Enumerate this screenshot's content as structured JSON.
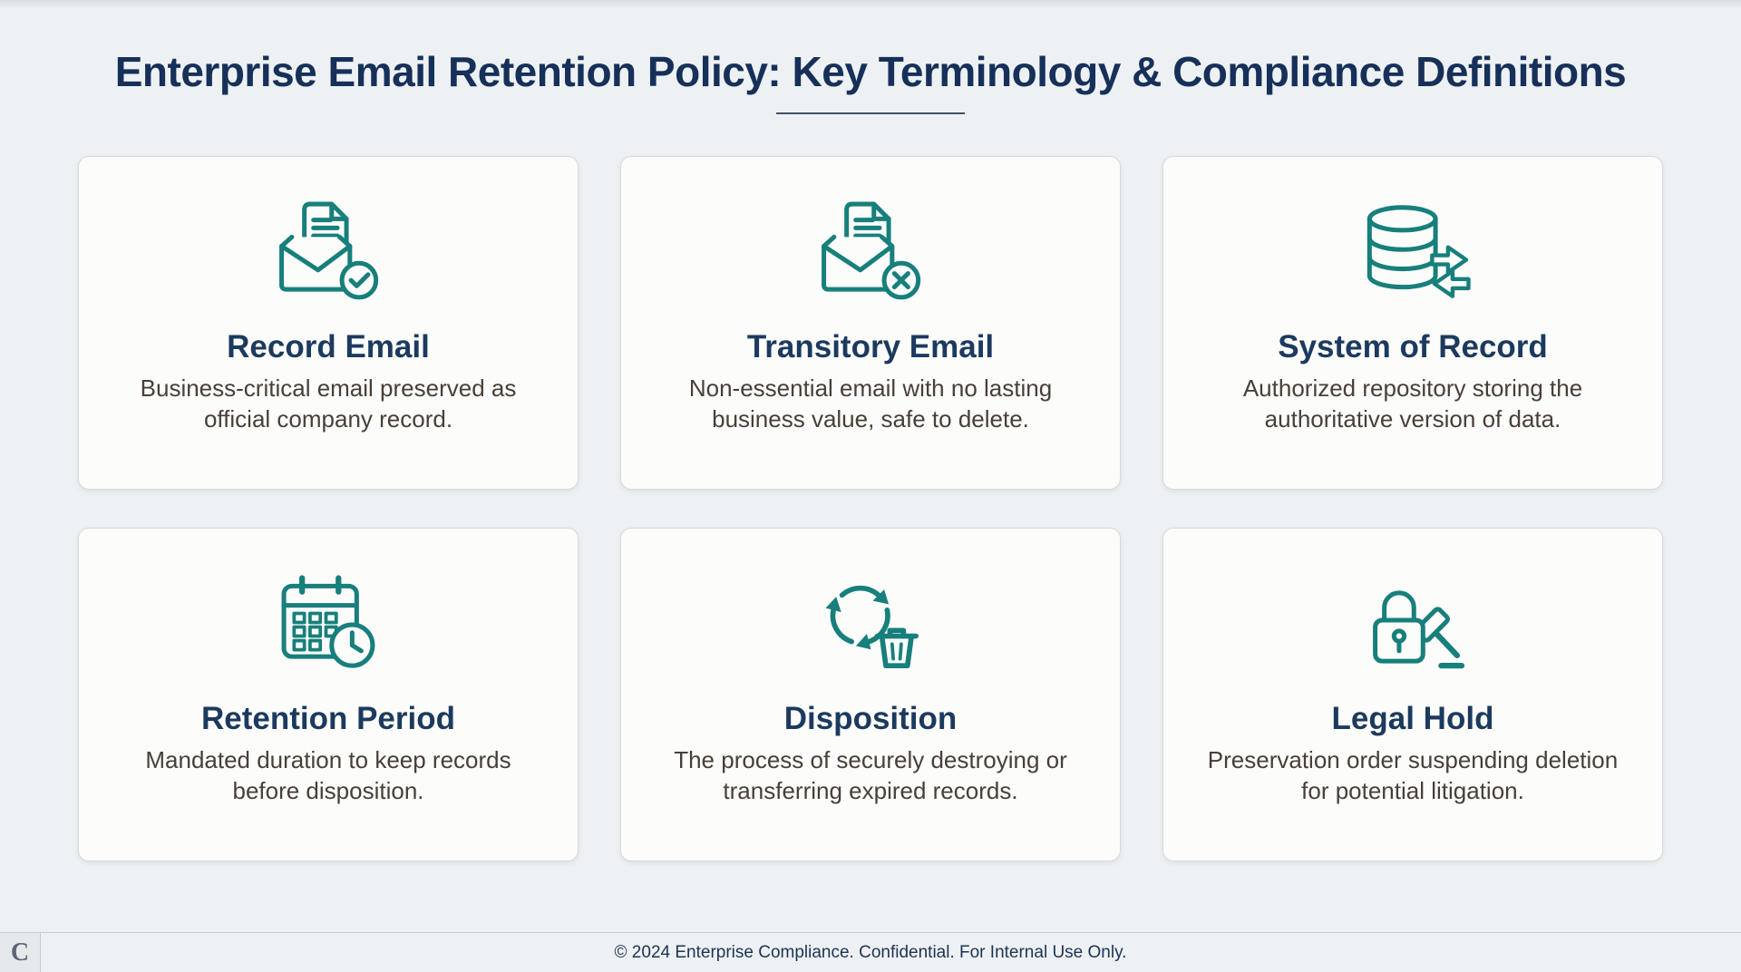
{
  "page": {
    "title": "Enterprise Email Retention Policy: Key Terminology & Compliance Definitions",
    "footer": "© 2024 Enterprise Compliance. Confidential. For Internal Use Only.",
    "logo": "C"
  },
  "colors": {
    "accent_teal": "#177f7c",
    "title_navy": "#16305a",
    "card_title_navy": "#1c3a5f",
    "body_text": "#483f37",
    "background": "#eef1f3",
    "card_background": "#fcfcfb",
    "card_border": "#d7dadd"
  },
  "cards": [
    {
      "icon": "record-email-icon",
      "title": "Record Email",
      "description": "Business-critical email preserved as official company record."
    },
    {
      "icon": "transitory-email-icon",
      "title": "Transitory Email",
      "description": "Non-essential email with no lasting business value, safe to delete."
    },
    {
      "icon": "system-of-record-icon",
      "title": "System of Record",
      "description": "Authorized repository storing the authoritative version of data."
    },
    {
      "icon": "retention-period-icon",
      "title": "Retention Period",
      "description": "Mandated duration to keep records before disposition."
    },
    {
      "icon": "disposition-icon",
      "title": "Disposition",
      "description": "The process of securely destroying or transferring expired records."
    },
    {
      "icon": "legal-hold-icon",
      "title": "Legal Hold",
      "description": "Preservation order suspending deletion for potential litigation."
    }
  ]
}
